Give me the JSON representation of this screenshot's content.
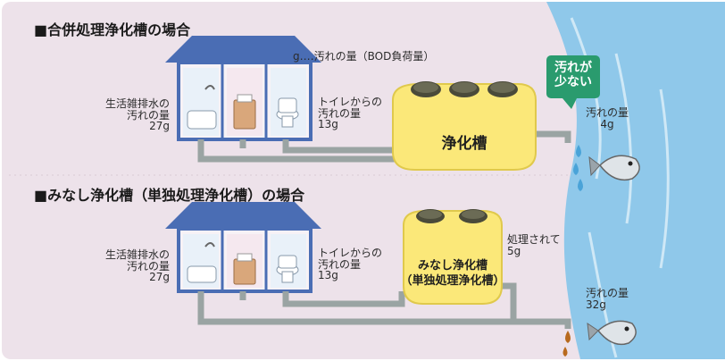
{
  "section1": {
    "title": "■合併処理浄化槽の場合",
    "legend": "g‥‥汚れの量（BOD負荷量）",
    "kitchen": [
      "生活雑排水の",
      "汚れの量",
      "27g"
    ],
    "toilet": [
      "トイレからの",
      "汚れの量",
      "13g"
    ],
    "tank": "浄化槽",
    "badge": [
      "汚れが",
      "少ない"
    ],
    "river": [
      "汚れの量",
      "4g"
    ]
  },
  "section2": {
    "title": "■みなし浄化槽（単独処理浄化槽）の場合",
    "kitchen": [
      "生活雑排水の",
      "汚れの量",
      "27g"
    ],
    "toilet": [
      "トイレからの",
      "汚れの量",
      "13g"
    ],
    "tank": [
      "みなし浄化槽",
      "（単独処理浄化槽）"
    ],
    "treated": [
      "処理されて",
      "5g"
    ],
    "river": [
      "汚れの量",
      "32g"
    ]
  },
  "colors": {
    "background": "#ede2ea",
    "river": "#8fc8ea",
    "roof": "#4a6db4",
    "pipe": "#9aa4a3",
    "tank": "#fbe879",
    "badge": "#2a9b6e",
    "clean_drop": "#4aa3d8",
    "dirty_drop": "#b86a1e"
  }
}
